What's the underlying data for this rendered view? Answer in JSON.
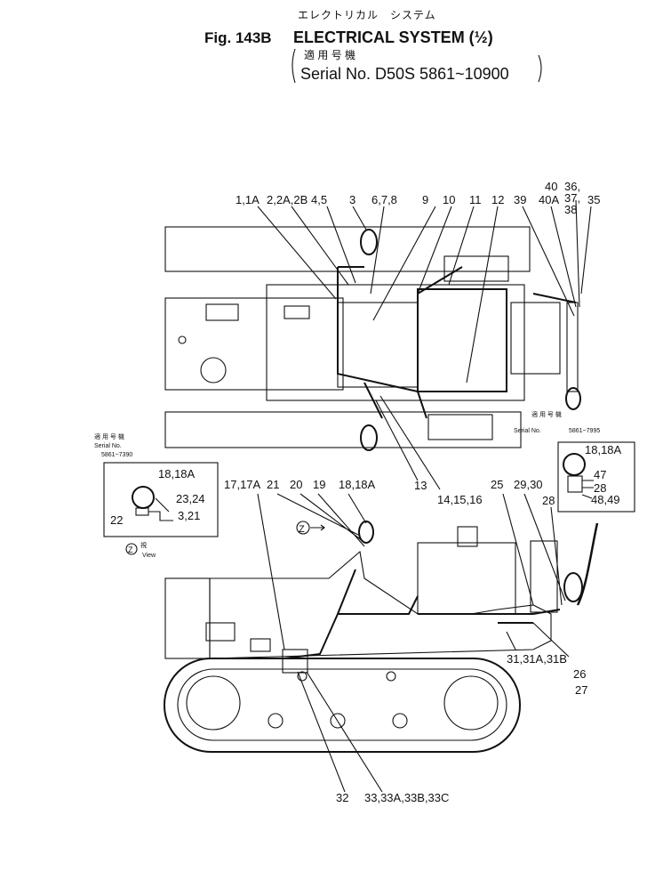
{
  "header": {
    "katakana": "エレクトリカル　システム",
    "fig_no": "Fig. 143B",
    "title": "ELECTRICAL SYSTEM (½)",
    "applicable_jp": "適 用 号 機",
    "serial": "Serial No. D50S 5861~10900"
  },
  "top_view": {
    "callouts": [
      "1,1A",
      "2,2A,2B",
      "4,5",
      "3",
      "6,7,8",
      "9",
      "10",
      "11",
      "12",
      "39",
      "40",
      "40A",
      "36,",
      "37,",
      "38",
      "35"
    ],
    "bottom_callouts": [
      "13",
      "14,15,16"
    ],
    "serial_note": {
      "jp": "適 用 号 機",
      "serial_label": "Serial No.",
      "range": "5861~7995"
    }
  },
  "inset_z": {
    "serial_note": {
      "jp": "適 用 号 機",
      "serial_label": "Serial No.",
      "range": "5861~7390"
    },
    "callouts": [
      "18,18A",
      "23,24",
      "22",
      "3,21"
    ],
    "view_letter": "Z",
    "view_jp": "視",
    "view_en": "View"
  },
  "side_view": {
    "top_callouts": [
      "17,17A",
      "21",
      "20",
      "19",
      "18,18A",
      "25",
      "29,30",
      "28"
    ],
    "right_callouts": [
      "31,31A,31B",
      "26",
      "27"
    ],
    "bottom_callouts": [
      "32",
      "33,33A,33B,33C"
    ],
    "z_marker": "Z"
  },
  "inset_right": {
    "callouts": [
      "18,18A",
      "47",
      "28",
      "48,49"
    ]
  }
}
